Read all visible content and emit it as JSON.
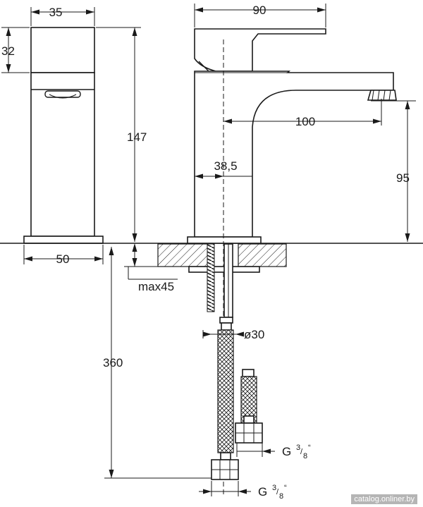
{
  "dimensions": {
    "handle_width": "35",
    "handle_height": "32",
    "total_height": "147",
    "base_width": "50",
    "total_depth": "90",
    "spout_reach": "100",
    "center_offset": "38,5",
    "spout_height": "95",
    "max_deck_thickness": "max45",
    "hole_diameter": "ø30",
    "hose_length": "360",
    "thread_upper": "G",
    "thread_lower": "G",
    "thread_fraction_num": "3",
    "thread_fraction_den": "8",
    "thread_suffix": "“"
  },
  "watermark": "catalog.onliner.by"
}
